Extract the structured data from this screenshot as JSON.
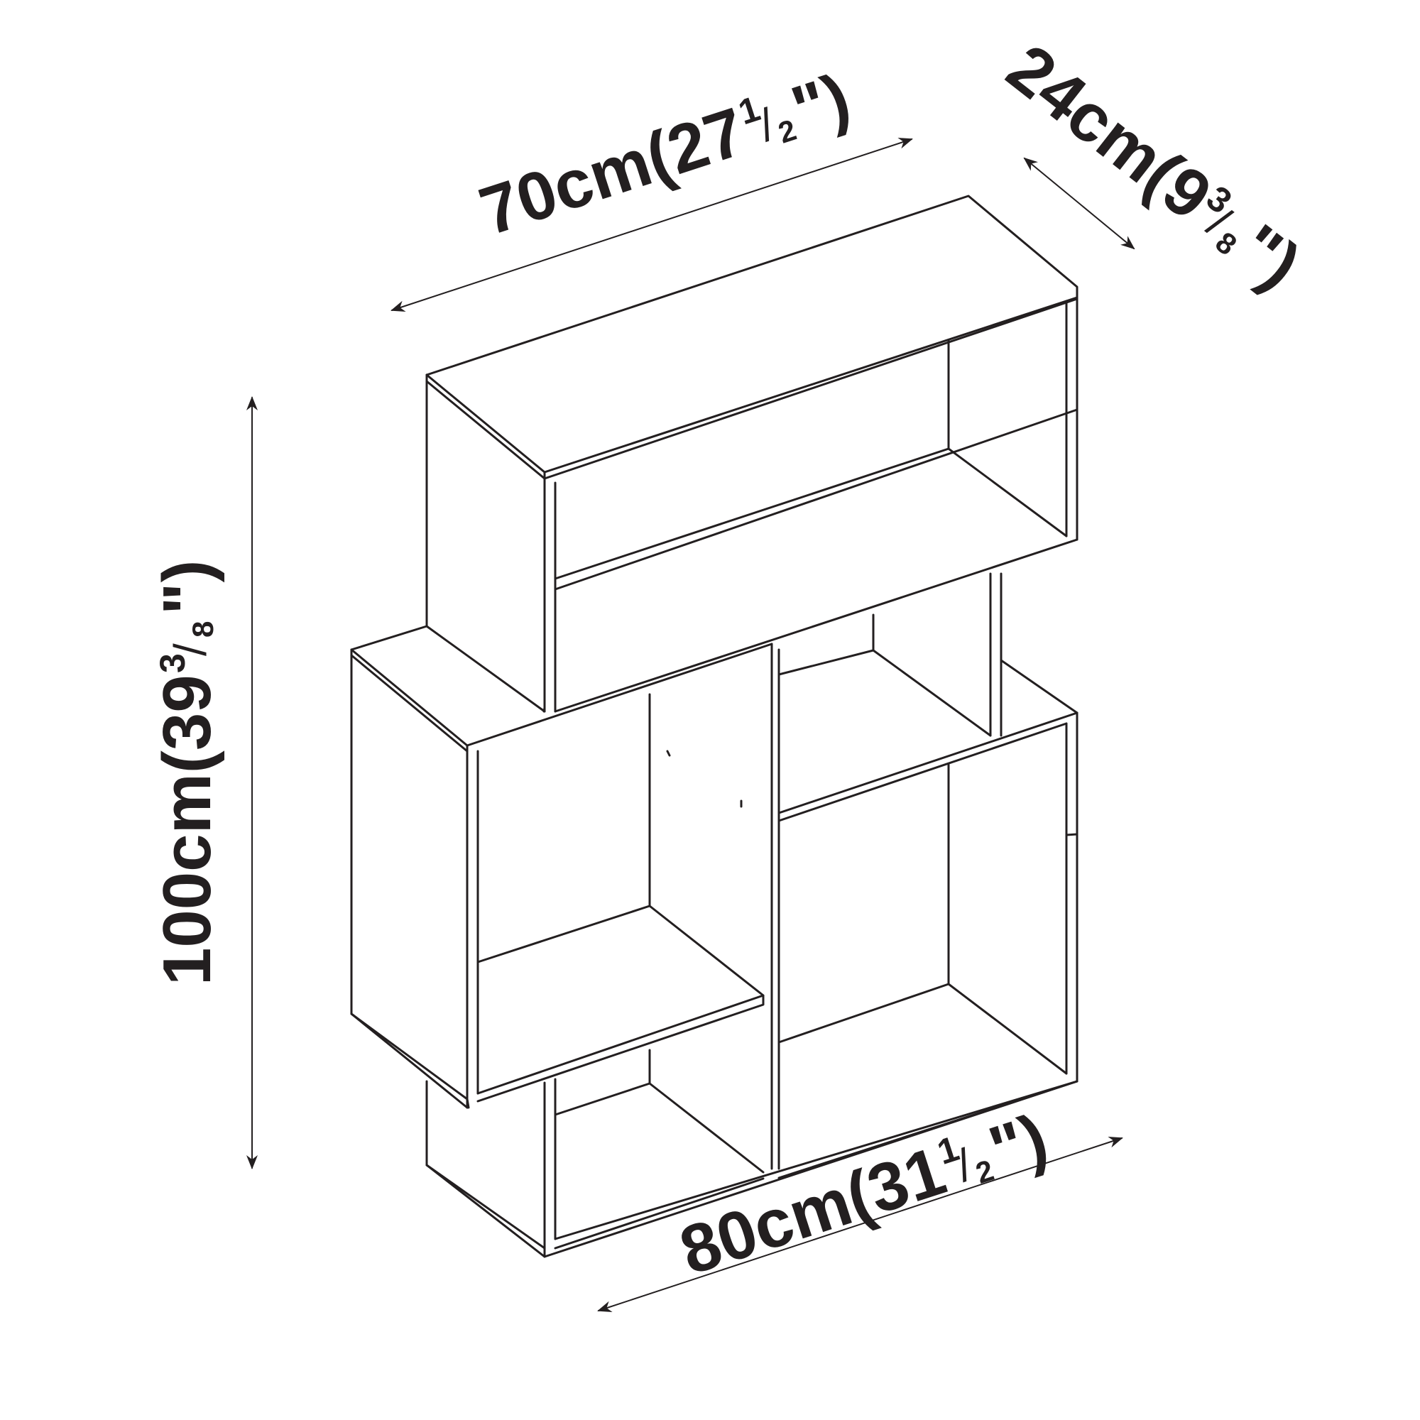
{
  "dimensions": {
    "top_width": {
      "main": "70cm(27",
      "num": "1",
      "den": "2",
      "close": "\")"
    },
    "depth": {
      "main": "24cm(9",
      "num": "3",
      "den": "8",
      "close": "\")"
    },
    "height": {
      "main": "100cm(39",
      "num": "3",
      "den": "8",
      "close": "\")"
    },
    "bottom_width": {
      "main": "80cm(31",
      "num": "1",
      "den": "2",
      "close": "\")"
    },
    "slash": "/"
  },
  "colors": {
    "line": "#231f20",
    "background": "#ffffff"
  }
}
